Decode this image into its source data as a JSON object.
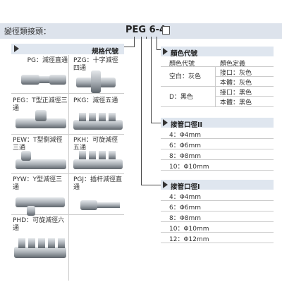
{
  "header": {
    "title": "變徑類接頭：",
    "model_code": "PEG 6-4"
  },
  "type_table": {
    "title": "規格代號",
    "cells": [
      {
        "code": "PG",
        "desc": "PG：減徑直通"
      },
      {
        "code": "PZG",
        "desc": "PZG：十字減徑四通"
      },
      {
        "code": "PEG",
        "desc": "PEG：T型正減徑三通"
      },
      {
        "code": "PKG",
        "desc": "PKG：減徑五通"
      },
      {
        "code": "PEW",
        "desc": "PEW：T型側減徑三通"
      },
      {
        "code": "PKH",
        "desc": "PKH：可旋減徑五通"
      },
      {
        "code": "PYW",
        "desc": "PYW：Y型減徑三通"
      },
      {
        "code": "PGJ",
        "desc": "PGJ：插杆減徑直通"
      },
      {
        "code": "PHD",
        "desc": "PHD：可旋減徑六通"
      }
    ]
  },
  "color_table": {
    "title": "顏色代號",
    "header": [
      "顏色代號",
      "顏色定義"
    ],
    "rows": [
      {
        "code": "空白：灰色",
        "sub": [
          [
            "接口：灰色"
          ],
          [
            "本體：灰色"
          ]
        ]
      },
      {
        "code": "D：黑色",
        "sub": [
          [
            "接口：黑色"
          ],
          [
            "本體：黑色"
          ]
        ]
      }
    ]
  },
  "port2_table": {
    "title": "接管口徑II",
    "rows": [
      "4：Φ4mm",
      "6：Φ6mm",
      "8：Φ8mm",
      "10：Φ10mm"
    ]
  },
  "port1_table": {
    "title": "接管口徑I",
    "rows": [
      "4：Φ4mm",
      "6：Φ6mm",
      "8：Φ8mm",
      "10：Φ10mm",
      "12：Φ12mm"
    ]
  },
  "colors": {
    "header_bg": "#dde3ec",
    "panel_bg": "#dfe6ef",
    "fitting_grey": "#b9bec4",
    "fitting_dark": "#6f767d"
  }
}
